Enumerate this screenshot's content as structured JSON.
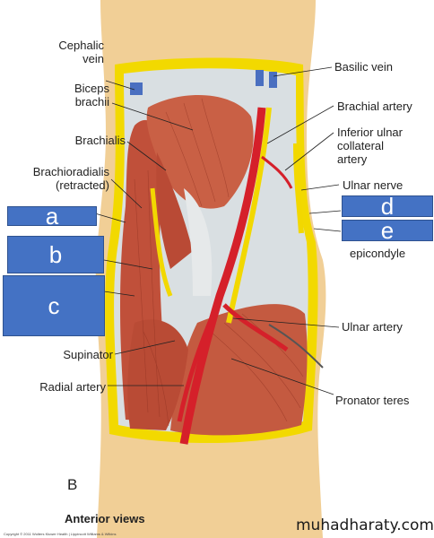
{
  "labels": {
    "cephalic_vein": [
      "Cephalic",
      "vein"
    ],
    "biceps_brachii": [
      "Biceps",
      "brachii"
    ],
    "brachialis": "Brachialis",
    "brachioradialis": [
      "Brachioradialis",
      "(retracted)"
    ],
    "supinator": "Supinator",
    "radial_artery": "Radial artery",
    "basilic_vein": "Basilic vein",
    "brachial_artery": "Brachial artery",
    "inferior_ulnar": [
      "Inferior ulnar",
      "collateral",
      "artery"
    ],
    "ulnar_nerve": "Ulnar nerve",
    "epicondyle": "epicondyle",
    "ulnar_artery": "Ulnar artery",
    "pronator_teres": "Pronator teres"
  },
  "boxes": {
    "a": "a",
    "b": "b",
    "c": "c",
    "d": "d",
    "e": "e"
  },
  "figure_letter": "B",
  "caption": "Anterior views",
  "copyright": "Copyright © 2011 Wolters Kluwer Health | Lippincott Williams & Wilkins",
  "watermark": "muhadharaty.com",
  "colors": {
    "box_fill": "#4472c4",
    "muscle": "#c2563f",
    "artery": "#d5202a",
    "nerve": "#f2d800",
    "vein": "#4a6fc0",
    "skin": "#f1cf96"
  }
}
